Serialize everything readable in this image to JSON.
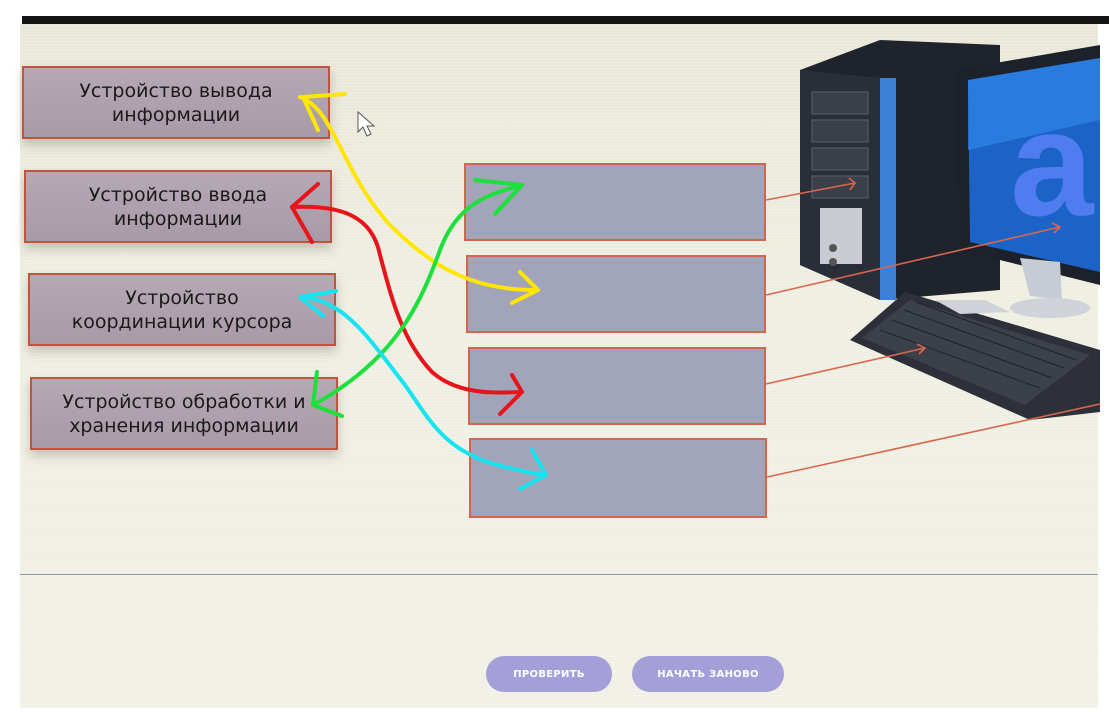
{
  "labels": [
    {
      "text": "Устройство вывода\nинформации"
    },
    {
      "text": "Устройство ввода\nинформации"
    },
    {
      "text": "Устройство\nкоординации курсора"
    },
    {
      "text": "Устройство обработки и\nхранения информации"
    }
  ],
  "drop_zones": 4,
  "buttons": {
    "check": "ПРОВЕРИТЬ",
    "restart": "НАЧАТЬ ЗАНОВО"
  },
  "monitor_glyph": "a",
  "colors": {
    "label_border": "#c0543f",
    "drop_fill": "#a2a5b9",
    "button": "#a59fd9",
    "annotation_yellow": "#ffe600",
    "annotation_red": "#e8141c",
    "annotation_green": "#1ee03c",
    "annotation_cyan": "#16e4f0"
  }
}
